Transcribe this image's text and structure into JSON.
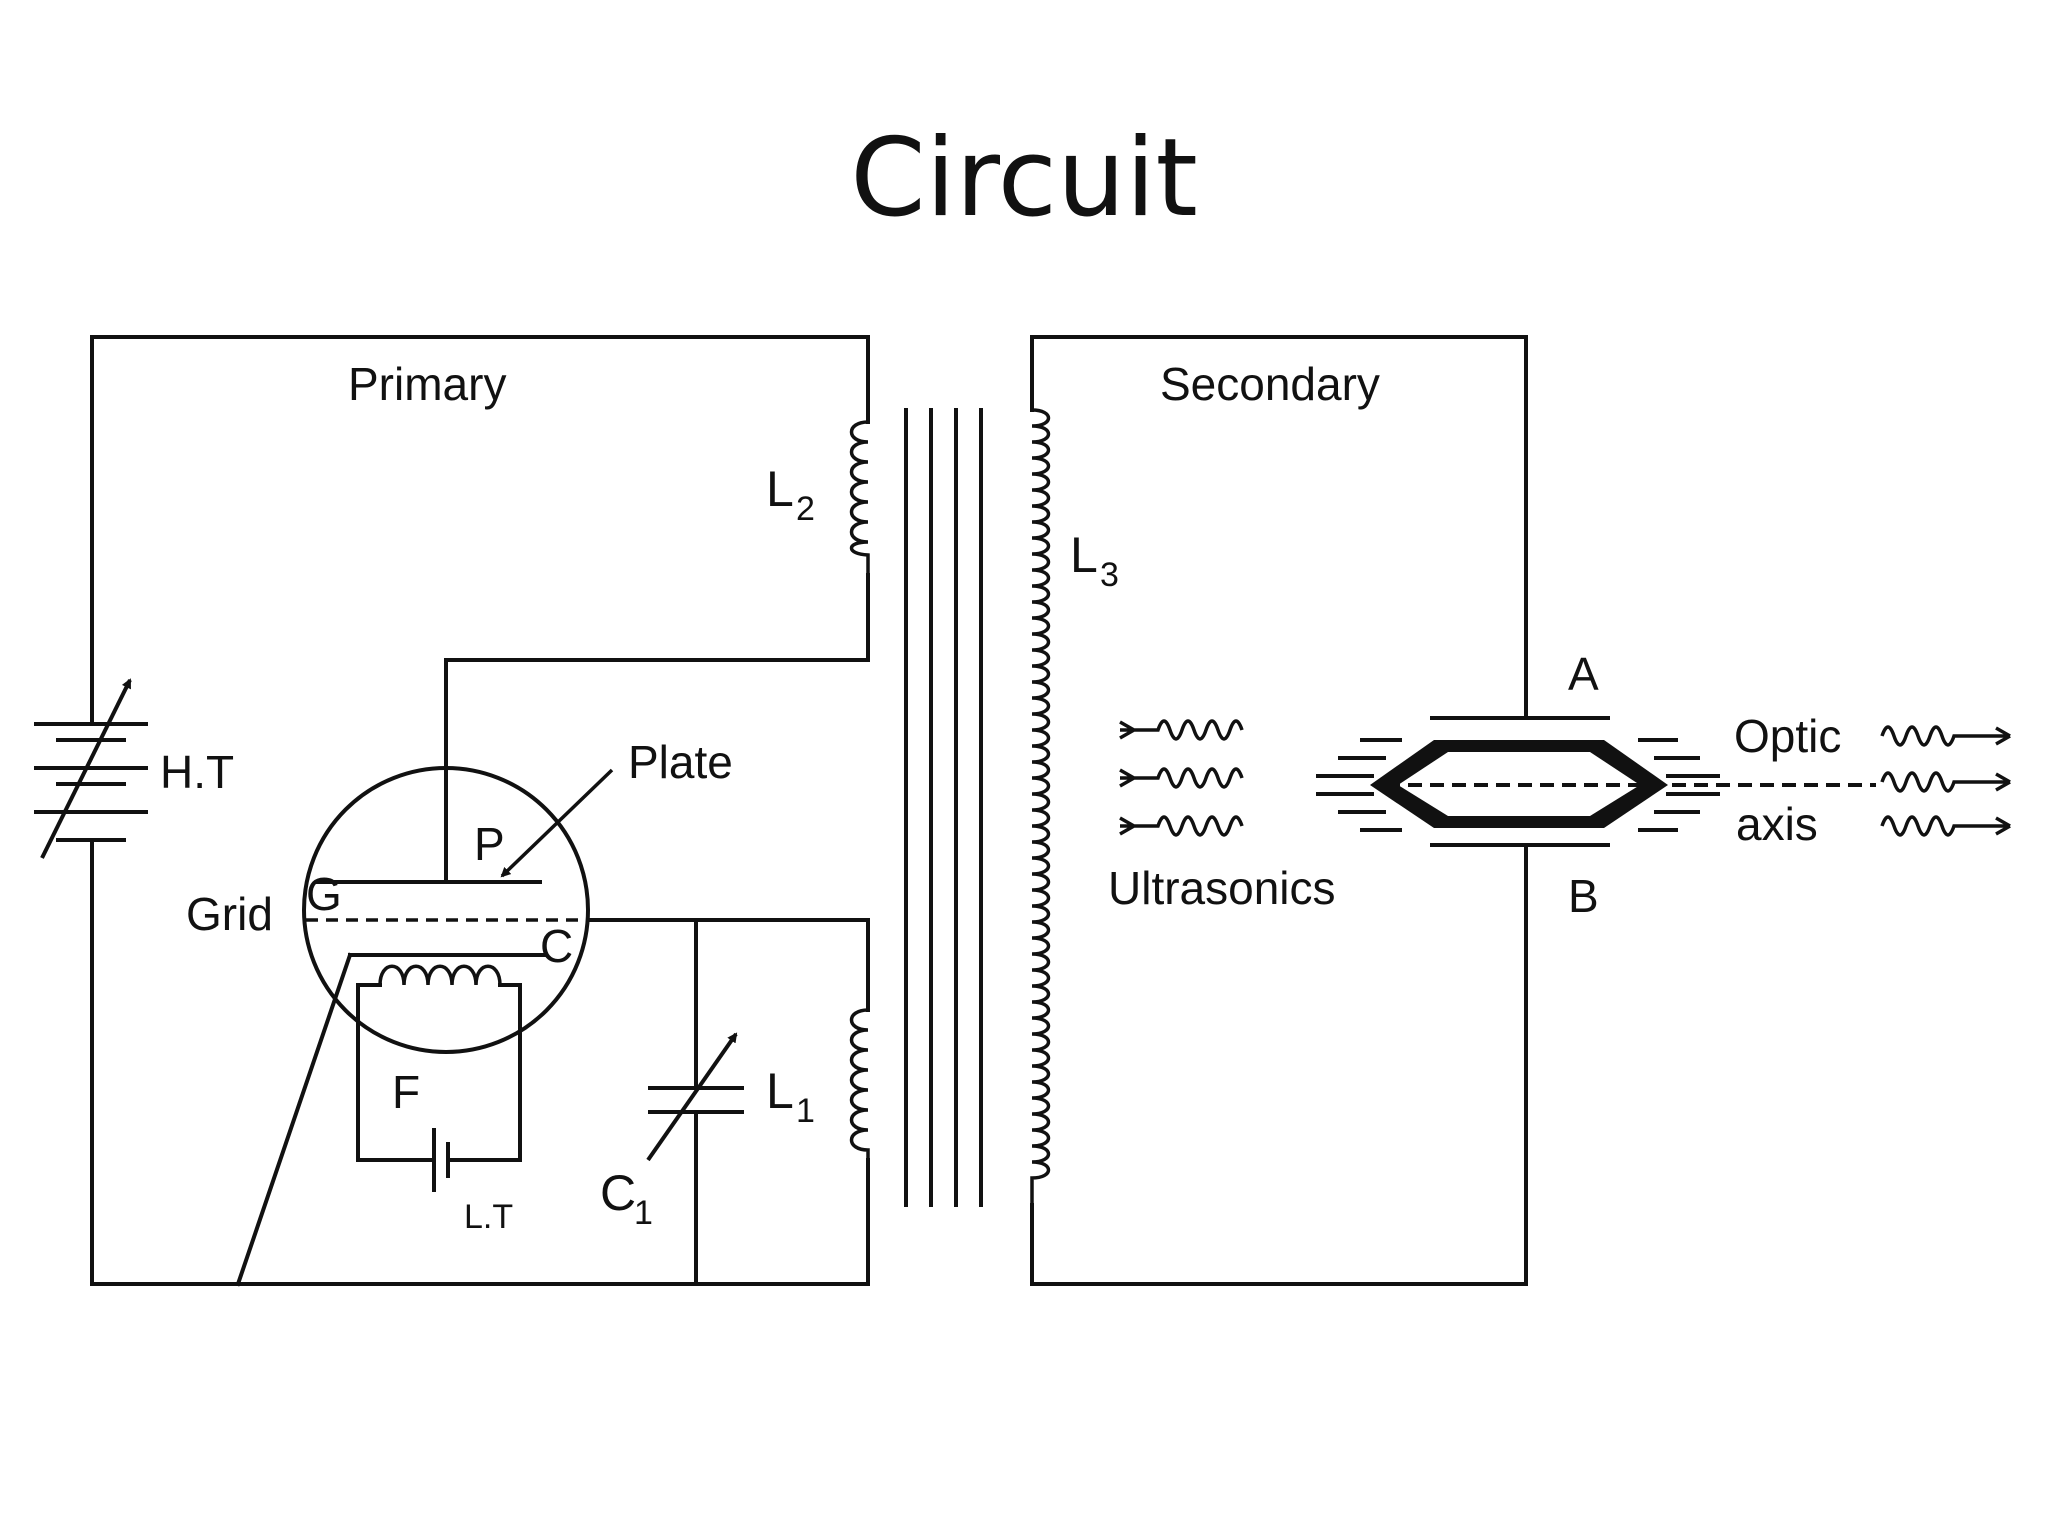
{
  "title": "Circuit",
  "labels": {
    "primary": "Primary",
    "secondary": "Secondary",
    "l2": "L",
    "l2_sub": "2",
    "l3": "L",
    "l3_sub": "3",
    "l1": "L",
    "l1_sub": "1",
    "c1": "C",
    "c1_sub": "1",
    "ht": "H.T",
    "plate": "Plate",
    "p": "P",
    "g": "G",
    "c": "C",
    "grid": "Grid",
    "f": "F",
    "lt": "L.T",
    "a": "A",
    "b": "B",
    "ultrasonics": "Ultrasonics",
    "optic": "Optic",
    "axis": "axis"
  }
}
